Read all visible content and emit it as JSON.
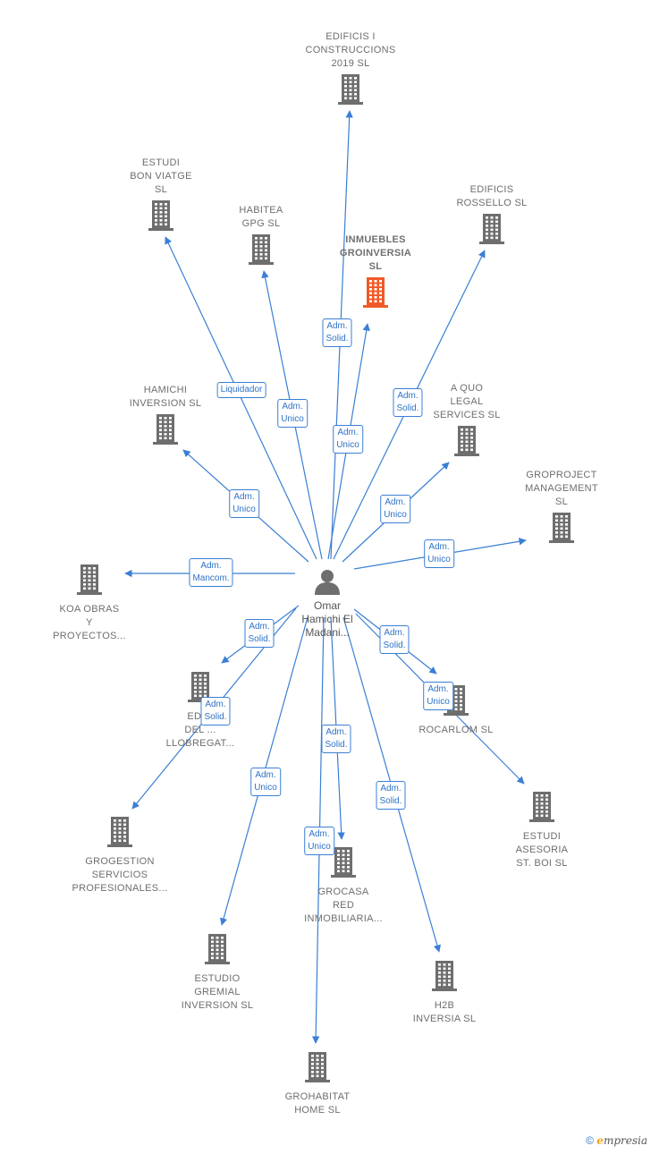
{
  "colors": {
    "edge": "#3a7fd4",
    "building": "#6e6e6e",
    "focus_building": "#f05a28",
    "label_text": "#2f72c6"
  },
  "person": {
    "name": "Omar\nHamichi El\nMadani...",
    "icon": "person-icon"
  },
  "companies": [
    {
      "id": "edificis-construccions",
      "name": "EDIFICIS I\nCONSTRUCCIONS\n2019 SL",
      "focus": false
    },
    {
      "id": "estudi-bon-viatge",
      "name": "ESTUDI\nBON VIATGE\nSL",
      "focus": false
    },
    {
      "id": "habitea-gpg",
      "name": "HABITEA\nGPG SL",
      "focus": false
    },
    {
      "id": "inmuebles-groinversia",
      "name": "INMUEBLES\nGROINVERSIA\nSL",
      "focus": true
    },
    {
      "id": "edificis-rossello",
      "name": "EDIFICIS\nROSSELLO SL",
      "focus": false
    },
    {
      "id": "hamichi-inversion",
      "name": "HAMICHI\nINVERSION SL",
      "focus": false
    },
    {
      "id": "a-quo-legal",
      "name": "A QUO\nLEGAL\nSERVICES SL",
      "focus": false
    },
    {
      "id": "groproject",
      "name": "GROPROJECT\nMANAGEMENT\nSL",
      "focus": false
    },
    {
      "id": "koa-obras",
      "name": "KOA OBRAS\nY\nPROYECTOS...",
      "focus": false
    },
    {
      "id": "edificis-llobregat",
      "name": "EDI...\nDEL ...\nLLOBREGAT...",
      "focus": false
    },
    {
      "id": "rocarlom",
      "name": "ROCARLOM SL",
      "focus": false
    },
    {
      "id": "estudi-asesoria",
      "name": "ESTUDI\nASESORIA\nST. BOI SL",
      "focus": false
    },
    {
      "id": "grogestion",
      "name": "GROGESTION\nSERVICIOS\nPROFESIONALES...",
      "focus": false
    },
    {
      "id": "grocasa-red",
      "name": "GROCASA\nRED\nINMOBILIARIA...",
      "focus": false
    },
    {
      "id": "estudio-gremial",
      "name": "ESTUDIO\nGREMIAL\nINVERSION SL",
      "focus": false
    },
    {
      "id": "h2b-inversia",
      "name": "H2B\nINVERSIA SL",
      "focus": false
    },
    {
      "id": "grohabitat-home",
      "name": "GROHABITAT\nHOME SL",
      "focus": false
    }
  ],
  "relations": [
    {
      "target": "edificis-construccions",
      "label": "Adm.\nSolid."
    },
    {
      "target": "estudi-bon-viatge",
      "label": "Liquidador"
    },
    {
      "target": "habitea-gpg",
      "label": "Adm.\nUnico"
    },
    {
      "target": "inmuebles-groinversia",
      "label": "Adm.\nUnico"
    },
    {
      "target": "edificis-rossello",
      "label": "Adm.\nSolid."
    },
    {
      "target": "hamichi-inversion",
      "label": "Adm.\nUnico"
    },
    {
      "target": "a-quo-legal",
      "label": "Adm.\nUnico"
    },
    {
      "target": "groproject",
      "label": "Adm.\nUnico"
    },
    {
      "target": "koa-obras",
      "label": "Adm.\nMancom."
    },
    {
      "target": "edificis-llobregat",
      "label": "Adm.\nSolid."
    },
    {
      "target": "rocarlom",
      "label": "Adm.\nSolid."
    },
    {
      "target": "estudi-asesoria",
      "label": "Adm.\nUnico"
    },
    {
      "target": "grogestion",
      "label": "Adm.\nSolid."
    },
    {
      "target": "grocasa-red",
      "label": "Adm.\nSolid."
    },
    {
      "target": "estudio-gremial",
      "label": "Adm.\nUnico"
    },
    {
      "target": "h2b-inversia",
      "label": "Adm.\nSolid."
    },
    {
      "target": "grohabitat-home",
      "label": "Adm.\nUnico"
    }
  ],
  "footer": {
    "copyright": "©",
    "brand_e": "e",
    "brand_rest": "mpresia"
  }
}
